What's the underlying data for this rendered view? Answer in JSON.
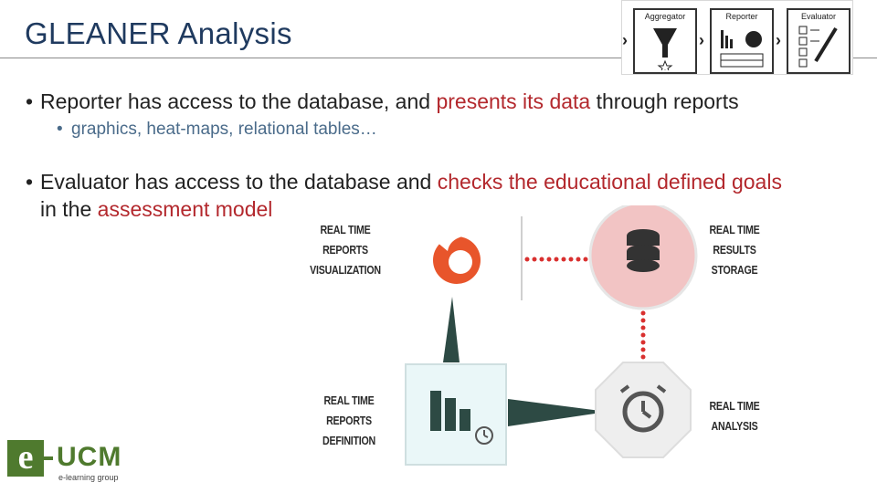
{
  "slide": {
    "title": "GLEANER Analysis"
  },
  "panels": [
    {
      "label": "Aggregator"
    },
    {
      "label": "Reporter"
    },
    {
      "label": "Evaluator"
    }
  ],
  "bullets": {
    "b1_prefix": "Reporter has access to the database, and ",
    "b1_highlight": "presents its data",
    "b1_suffix": " through reports",
    "b2": "graphics, heat-maps, relational tables…",
    "b3_prefix": "Evaluator has access to the database and ",
    "b3_highlight": "checks the educational defined goals",
    "b3_line2_prefix": "in the ",
    "b3_line2_highlight": "assessment model"
  },
  "diagram": {
    "viz_label": [
      "REAL TIME",
      "REPORTS",
      "VISUALIZATION"
    ],
    "storage_label": [
      "REAL TIME",
      "RESULTS",
      "STORAGE"
    ],
    "definition_label": [
      "REAL TIME",
      "REPORTS",
      "DEFINITION"
    ],
    "analysis_label": [
      "REAL TIME",
      "ANALYSIS"
    ],
    "colors": {
      "storage_bg": "#f2c4c4",
      "db_icon": "#333333",
      "firefox": "#e8552b",
      "dots": "#d9302f",
      "dark": "#2d4a44",
      "def_bg": "#eaf7f8",
      "clock_bg": "#eeeeee"
    }
  },
  "logo": {
    "letter": "e",
    "name": "UCM",
    "sub": "e-learning group"
  }
}
